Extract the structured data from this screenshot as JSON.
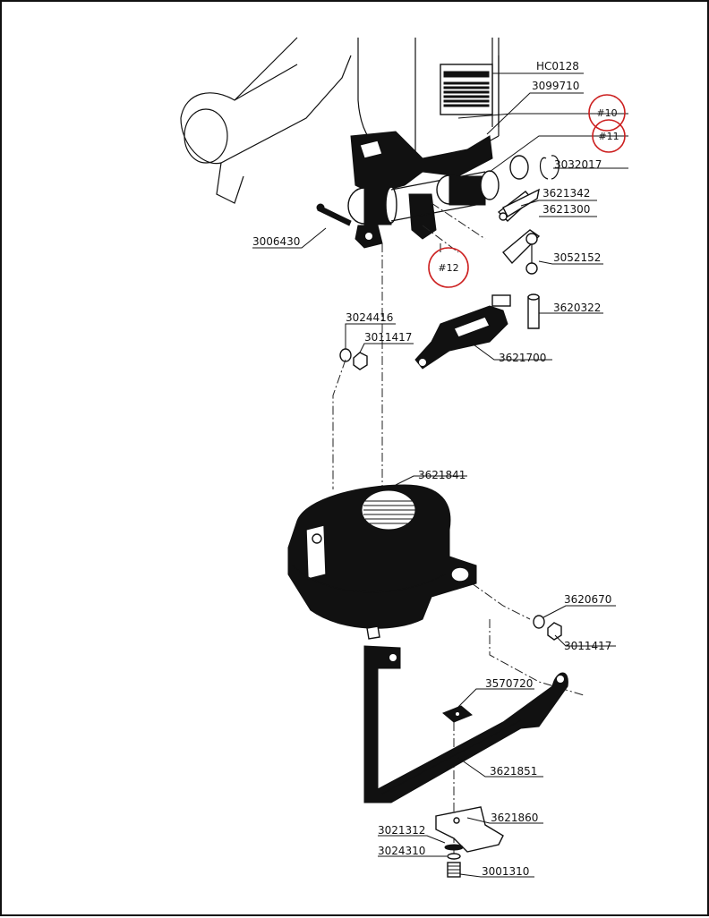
{
  "diagram": {
    "part_labels": [
      "HC0128",
      "3099710",
      "3032017",
      "3621342",
      "3621300",
      "3052152",
      "3620322",
      "3006430",
      "3024416",
      "3011417",
      "3621700",
      "3621841",
      "3620670",
      "3011417",
      "3570720",
      "3621851",
      "3621860",
      "3021312",
      "3024310",
      "3001310"
    ],
    "callouts": [
      "#10",
      "#11",
      "#12"
    ],
    "colors": {
      "callout": "#cc1f1f",
      "ink": "#111111",
      "paper": "#ffffff"
    }
  }
}
